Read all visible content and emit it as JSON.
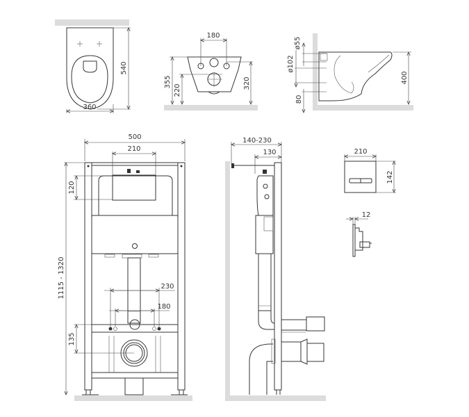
{
  "colors": {
    "line": "#333333",
    "ground": "#dcdcdc",
    "background": "#ffffff"
  },
  "views": {
    "bowl_top": {
      "width_label": "360",
      "depth_label": "540"
    },
    "bowl_back": {
      "bolt_spacing_label": "180",
      "outlet_height_label": "355",
      "inlet_height_label": "220",
      "mount_height_label": "320"
    },
    "bowl_side": {
      "inlet_dia_label": "ø55",
      "outlet_dia_label": "ø102",
      "floor_offset_label": "80",
      "seat_height_label": "400"
    },
    "frame_front": {
      "frame_width_label": "500",
      "cistern_opening_label": "210",
      "opening_height_label": "120",
      "frame_height_label": "1115 - 1320",
      "outer_bolt_spacing_label": "230",
      "inner_bolt_spacing_label": "180",
      "outlet_offset_label": "135"
    },
    "frame_side": {
      "wall_distance_label": "140-230",
      "frame_depth_label": "130"
    },
    "flush_plate": {
      "width_label": "210",
      "height_label": "142",
      "thickness_label": "12"
    }
  }
}
